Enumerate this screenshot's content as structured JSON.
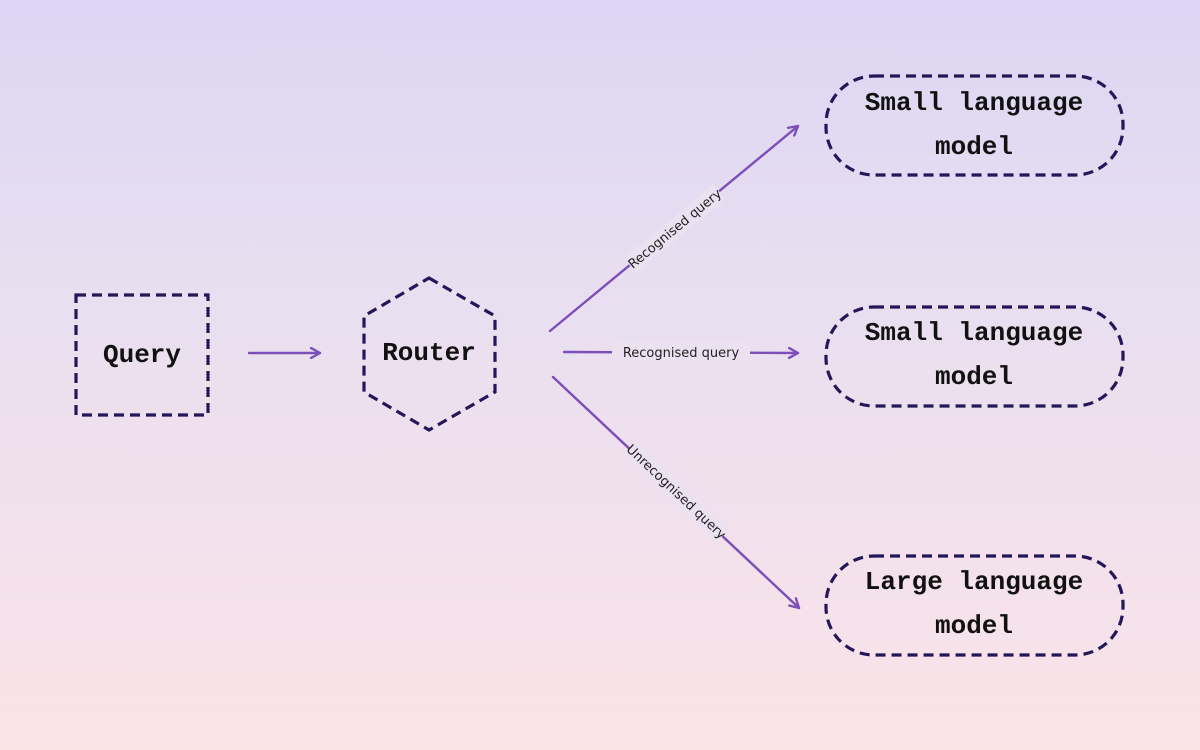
{
  "nodes": {
    "query": {
      "label": "Query"
    },
    "router": {
      "label": "Router"
    },
    "slm_top": {
      "label_line1": "Small language",
      "label_line2": "model"
    },
    "slm_middle": {
      "label_line1": "Small language",
      "label_line2": "model"
    },
    "llm_bottom": {
      "label_line1": "Large language",
      "label_line2": "model"
    }
  },
  "edges": {
    "top": {
      "label": "Recognised query"
    },
    "middle": {
      "label": "Recognised query"
    },
    "bottom": {
      "label": "Unrecognised query"
    }
  },
  "colors": {
    "node_border": "#23175a",
    "edge": "#7b4fb7",
    "background_top": "#dcd6f4",
    "background_bottom": "#fbe3e6"
  }
}
